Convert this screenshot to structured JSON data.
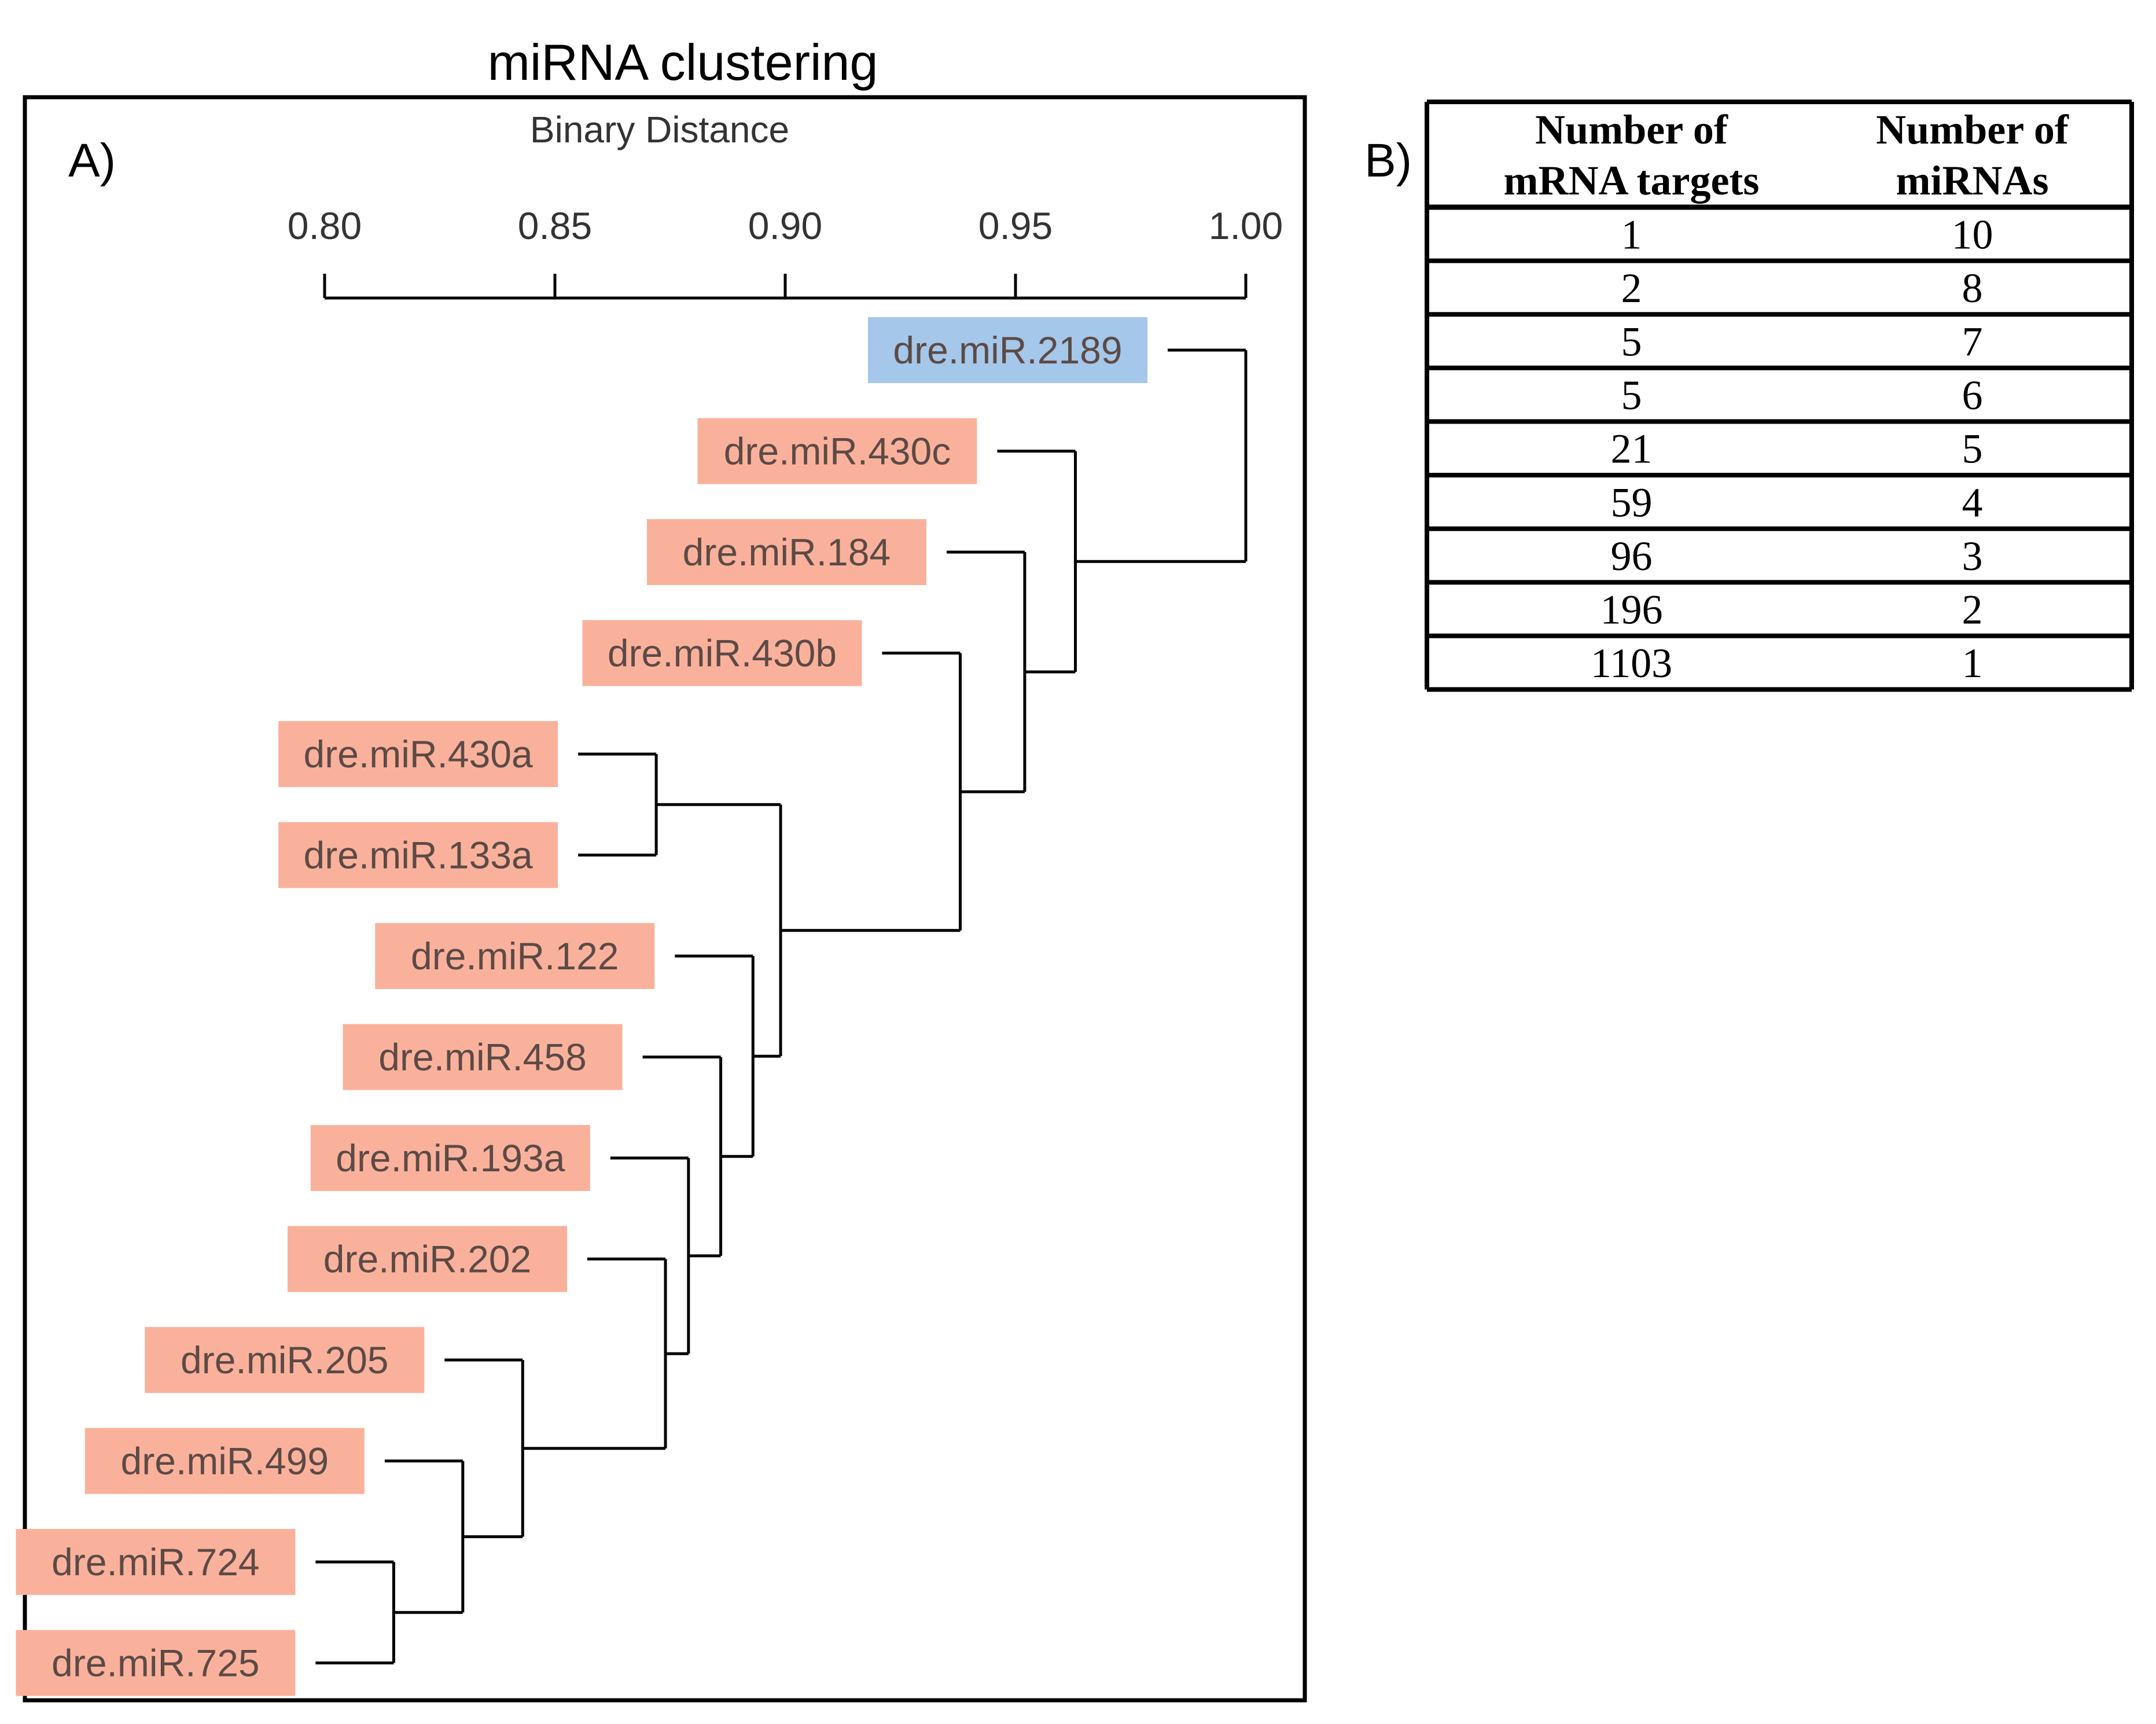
{
  "page_title": "miRNA clustering",
  "panel_a_label": "A)",
  "panel_b_label": "B)",
  "chart_data": [
    {
      "type": "dendrogram",
      "title": "",
      "xlabel": "Binary Distance",
      "ylabel": "",
      "xlim": [
        0.8,
        1.0
      ],
      "tick_values": [
        0.8,
        0.85,
        0.9,
        0.95,
        1.0
      ],
      "tick_labels": [
        "0.80",
        "0.85",
        "0.90",
        "0.95",
        "1.00"
      ],
      "leaves": [
        {
          "label": "dre.miR.2189",
          "group": "outgroup"
        },
        {
          "label": "dre.miR.430c",
          "group": "cluster"
        },
        {
          "label": "dre.miR.184",
          "group": "cluster"
        },
        {
          "label": "dre.miR.430b",
          "group": "cluster"
        },
        {
          "label": "dre.miR.430a",
          "group": "cluster"
        },
        {
          "label": "dre.miR.133a",
          "group": "cluster"
        },
        {
          "label": "dre.miR.122",
          "group": "cluster"
        },
        {
          "label": "dre.miR.458",
          "group": "cluster"
        },
        {
          "label": "dre.miR.193a",
          "group": "cluster"
        },
        {
          "label": "dre.miR.202",
          "group": "cluster"
        },
        {
          "label": "dre.miR.205",
          "group": "cluster"
        },
        {
          "label": "dre.miR.499",
          "group": "cluster"
        },
        {
          "label": "dre.miR.724",
          "group": "cluster"
        },
        {
          "label": "dre.miR.725",
          "group": "cluster"
        }
      ],
      "merges": [
        {
          "id": "n1",
          "children": [
            "dre.miR.430a",
            "dre.miR.133a"
          ],
          "height": 0.872
        },
        {
          "id": "n2",
          "children": [
            "dre.miR.724",
            "dre.miR.725"
          ],
          "height": 0.815
        },
        {
          "id": "n3",
          "children": [
            "dre.miR.499",
            "n2"
          ],
          "height": 0.83
        },
        {
          "id": "n4",
          "children": [
            "dre.miR.205",
            "n3"
          ],
          "height": 0.843
        },
        {
          "id": "n5",
          "children": [
            "dre.miR.202",
            "n4"
          ],
          "height": 0.874
        },
        {
          "id": "n6",
          "children": [
            "dre.miR.193a",
            "n5"
          ],
          "height": 0.879
        },
        {
          "id": "n7",
          "children": [
            "dre.miR.458",
            "n6"
          ],
          "height": 0.886
        },
        {
          "id": "n8",
          "children": [
            "dre.miR.122",
            "n7"
          ],
          "height": 0.893
        },
        {
          "id": "n9",
          "children": [
            "n1",
            "n8"
          ],
          "height": 0.899
        },
        {
          "id": "n10",
          "children": [
            "dre.miR.430b",
            "n9"
          ],
          "height": 0.938
        },
        {
          "id": "n11",
          "children": [
            "dre.miR.184",
            "n10"
          ],
          "height": 0.952
        },
        {
          "id": "n12",
          "children": [
            "dre.miR.430c",
            "n11"
          ],
          "height": 0.963
        },
        {
          "id": "n13",
          "children": [
            "dre.miR.2189",
            "n12"
          ],
          "height": 1.0
        }
      ],
      "colors": {
        "outgroup": "#a5c7e9",
        "cluster": "#fab19b",
        "line": "#000000",
        "label_text": "#5c4a46"
      }
    },
    {
      "type": "table",
      "columns": [
        "Number of mRNA targets",
        "Number of miRNAs"
      ],
      "header_lines": [
        [
          "Number of",
          "mRNA targets"
        ],
        [
          "Number of",
          "miRNAs"
        ]
      ],
      "rows": [
        [
          "1",
          "10"
        ],
        [
          "2",
          "8"
        ],
        [
          "5",
          "7"
        ],
        [
          "5",
          "6"
        ],
        [
          "21",
          "5"
        ],
        [
          "59",
          "4"
        ],
        [
          "96",
          "3"
        ],
        [
          "196",
          "2"
        ],
        [
          "1103",
          "1"
        ]
      ]
    }
  ]
}
